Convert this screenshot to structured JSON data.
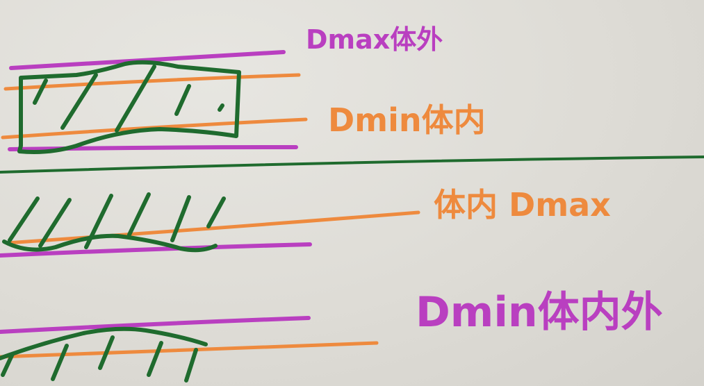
{
  "annotations": {
    "label1": "Dmax体外",
    "label2": "Dmin体内",
    "label3": "体内 Dmax",
    "label4": "Dmin体内外"
  },
  "colors": {
    "paper": "#dfded9",
    "magenta": "#b93fc0",
    "orange": "#ee8a3e",
    "green": "#1f6b2e"
  }
}
